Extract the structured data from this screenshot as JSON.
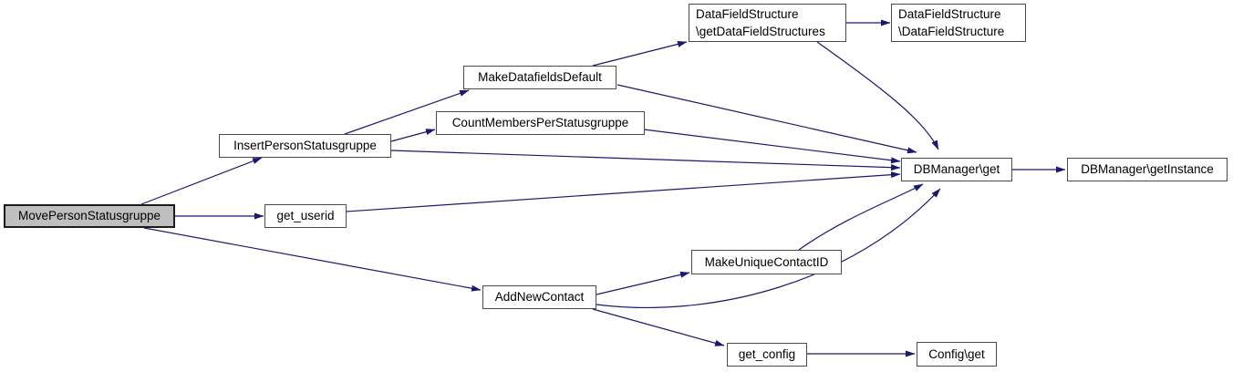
{
  "diagram": {
    "type": "call-graph",
    "background_color": "#ffffff",
    "edge_color": "#191970",
    "node_fill_color": "#ffffff",
    "node_border_color": "#4a4a4a",
    "highlight_fill_color": "#bfbfbf",
    "nodes": {
      "move_person_statusgruppe": {
        "label": "MovePersonStatusgruppe",
        "highlighted": true
      },
      "insert_person_statusgruppe": {
        "label": "InsertPersonStatusgruppe"
      },
      "get_userid": {
        "label": "get_userid"
      },
      "add_new_contact": {
        "label": "AddNewContact"
      },
      "make_datafields_default": {
        "label": "MakeDatafieldsDefault"
      },
      "count_members_per_statusgruppe": {
        "label": "CountMembersPerStatusgruppe"
      },
      "datafieldstructure_getdatafieldstructures": {
        "line1": "DataFieldStructure",
        "line2": "\\getDataFieldStructures"
      },
      "datafieldstructure_datafieldstructure": {
        "line1": "DataFieldStructure",
        "line2": "\\DataFieldStructure"
      },
      "dbmanager_get": {
        "label": "DBManager\\get"
      },
      "dbmanager_getinstance": {
        "label": "DBManager\\getInstance"
      },
      "make_unique_contact_id": {
        "label": "MakeUniqueContactID"
      },
      "get_config": {
        "label": "get_config"
      },
      "config_get": {
        "label": "Config\\get"
      }
    },
    "edges": [
      {
        "from": "MovePersonStatusgruppe",
        "to": "InsertPersonStatusgruppe"
      },
      {
        "from": "MovePersonStatusgruppe",
        "to": "get_userid"
      },
      {
        "from": "MovePersonStatusgruppe",
        "to": "AddNewContact"
      },
      {
        "from": "InsertPersonStatusgruppe",
        "to": "MakeDatafieldsDefault"
      },
      {
        "from": "InsertPersonStatusgruppe",
        "to": "CountMembersPerStatusgruppe"
      },
      {
        "from": "InsertPersonStatusgruppe",
        "to": "DBManager\\get"
      },
      {
        "from": "get_userid",
        "to": "DBManager\\get"
      },
      {
        "from": "MakeDatafieldsDefault",
        "to": "DataFieldStructure\\getDataFieldStructures"
      },
      {
        "from": "MakeDatafieldsDefault",
        "to": "DBManager\\get"
      },
      {
        "from": "CountMembersPerStatusgruppe",
        "to": "DBManager\\get"
      },
      {
        "from": "DataFieldStructure\\getDataFieldStructures",
        "to": "DataFieldStructure\\DataFieldStructure"
      },
      {
        "from": "DataFieldStructure\\getDataFieldStructures",
        "to": "DBManager\\get"
      },
      {
        "from": "AddNewContact",
        "to": "MakeUniqueContactID"
      },
      {
        "from": "AddNewContact",
        "to": "DBManager\\get"
      },
      {
        "from": "AddNewContact",
        "to": "get_config"
      },
      {
        "from": "MakeUniqueContactID",
        "to": "DBManager\\get"
      },
      {
        "from": "get_config",
        "to": "Config\\get"
      },
      {
        "from": "DBManager\\get",
        "to": "DBManager\\getInstance"
      }
    ]
  }
}
